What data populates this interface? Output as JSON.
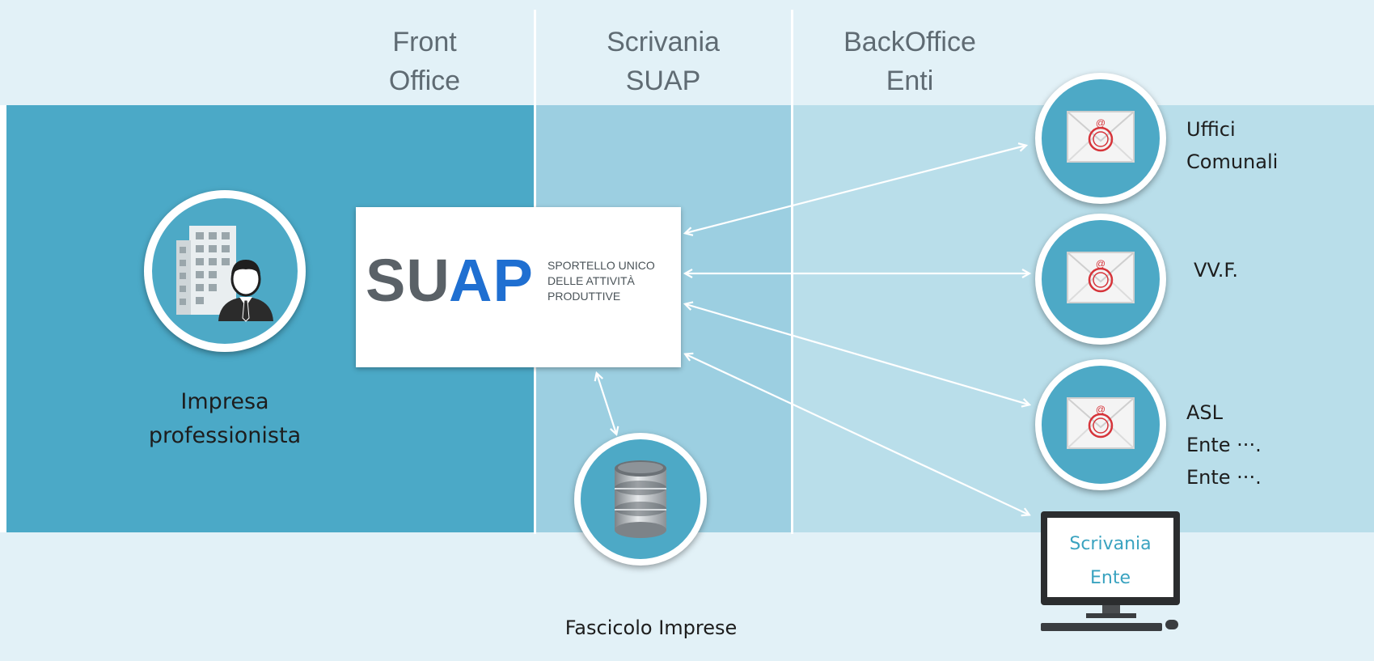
{
  "columns": {
    "front_office": [
      "Front",
      "Office"
    ],
    "scrivania_suap": [
      "Scrivania",
      "SUAP"
    ],
    "backoffice": [
      "BackOffice",
      "Enti"
    ]
  },
  "suap_logo": {
    "su": "SU",
    "ap": "AP",
    "subtitle": [
      "SPORTELLO UNICO",
      "DELLE ATTIVITÀ",
      "PRODUTTIVE"
    ]
  },
  "impresa": [
    "Impresa",
    "professionista"
  ],
  "fascicolo": "Fascicolo Imprese",
  "enti": {
    "uffici": [
      "Uffici",
      "Comunali"
    ],
    "vvf": "VV.F.",
    "asl": [
      "ASL",
      "Ente ···.",
      "Ente ···."
    ]
  },
  "scrivania_ente": [
    "Scrivania",
    "Ente"
  ],
  "icons": [
    "office-worker-icon",
    "database-icon",
    "email-pec-icon",
    "monitor-icon"
  ],
  "colors": {
    "band_light": "#ddeef5",
    "front_office_band": "#4ba9c7",
    "suap_band": "#9dd0e2",
    "backoffice_band": "#b8dfeb",
    "circle": "#4da9c6",
    "logo_blue": "#1f6fd1"
  }
}
